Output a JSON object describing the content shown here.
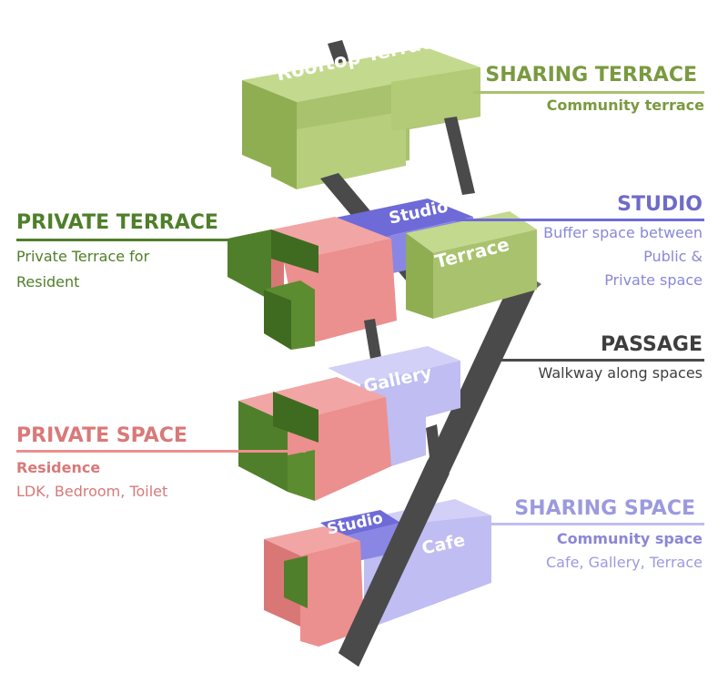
{
  "colors": {
    "green_light": "#a9c26d",
    "green_dark": "#4f7f2a",
    "pink": "#ec8f8f",
    "lilac": "#bfbdf2",
    "blue": "#6e6ad8",
    "passage": "#4a4a4a",
    "text_green": "#6b8a35",
    "text_pink": "#d97979",
    "text_blue": "#6f6bc9",
    "text_dark": "#3e3e3e"
  },
  "block_labels": {
    "rooftop_terrace": "Rooftop Terrace",
    "studio_upper": "Studio",
    "terrace": "Terrace",
    "gallery": "Gallery",
    "studio_lower": "Studio",
    "cafe": "Cafe"
  },
  "legend": {
    "sharing_terrace": {
      "title": "SHARING TERRACE",
      "sub": "Community terrace"
    },
    "private_terrace": {
      "title": "PRIVATE TERRACE",
      "lines": [
        "Private Terrace for",
        "Resident"
      ]
    },
    "studio": {
      "title": "STUDIO",
      "lines": [
        "Buffer space between",
        "Public &",
        "Private space"
      ]
    },
    "passage": {
      "title": "PASSAGE",
      "sub": "Walkway along spaces"
    },
    "private_space": {
      "title": "PRIVATE SPACE",
      "sub_bold": "Residence",
      "sub": "LDK, Bedroom,  Toilet"
    },
    "sharing_space": {
      "title": "SHARING SPACE",
      "sub_bold": "Community space",
      "sub": "Cafe, Gallery, Terrace"
    }
  }
}
